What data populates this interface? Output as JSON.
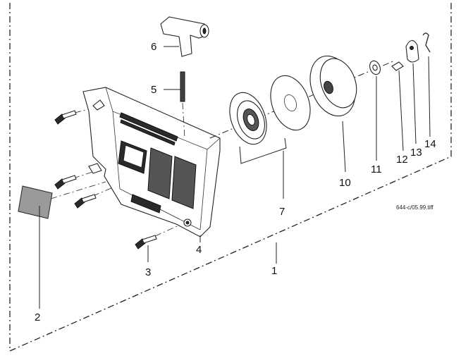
{
  "labels": {
    "p1": "1",
    "p2": "2",
    "p3": "3",
    "p4": "4",
    "p5": "5",
    "p6": "6",
    "p7": "7",
    "p10": "10",
    "p11": "11",
    "p12": "12",
    "p13": "13",
    "p14": "14"
  },
  "reference": "644-c/05.99.tiff"
}
